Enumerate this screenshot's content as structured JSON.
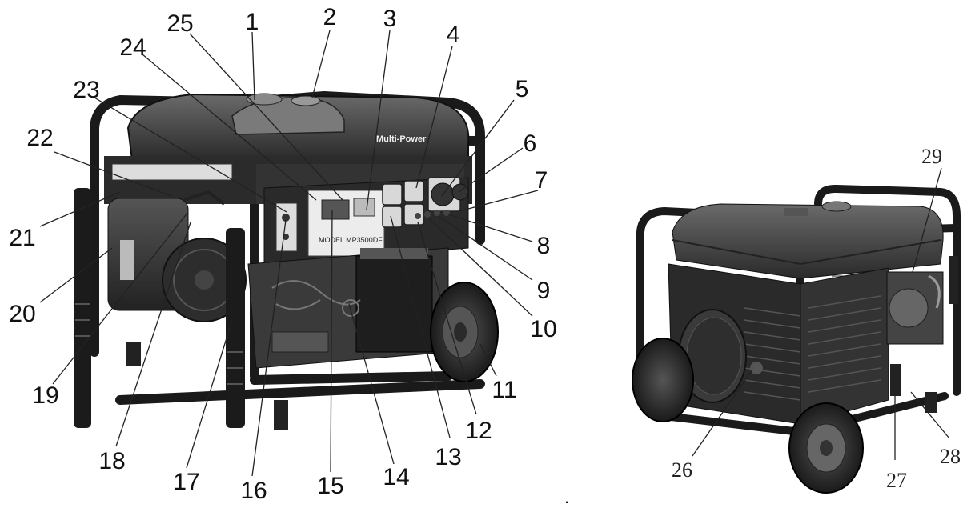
{
  "diagram": {
    "brand_label": "Multi-Power",
    "model_label": "MODEL MP3500DF",
    "callouts_front": [
      "1",
      "2",
      "3",
      "4",
      "5",
      "6",
      "7",
      "8",
      "9",
      "10",
      "11",
      "12",
      "13",
      "14",
      "15",
      "16",
      "17",
      "18",
      "19",
      "20",
      "21",
      "22",
      "23",
      "24",
      "25"
    ],
    "callouts_rear": [
      "26",
      "27",
      "28",
      "29"
    ],
    "stray_mark": "."
  }
}
